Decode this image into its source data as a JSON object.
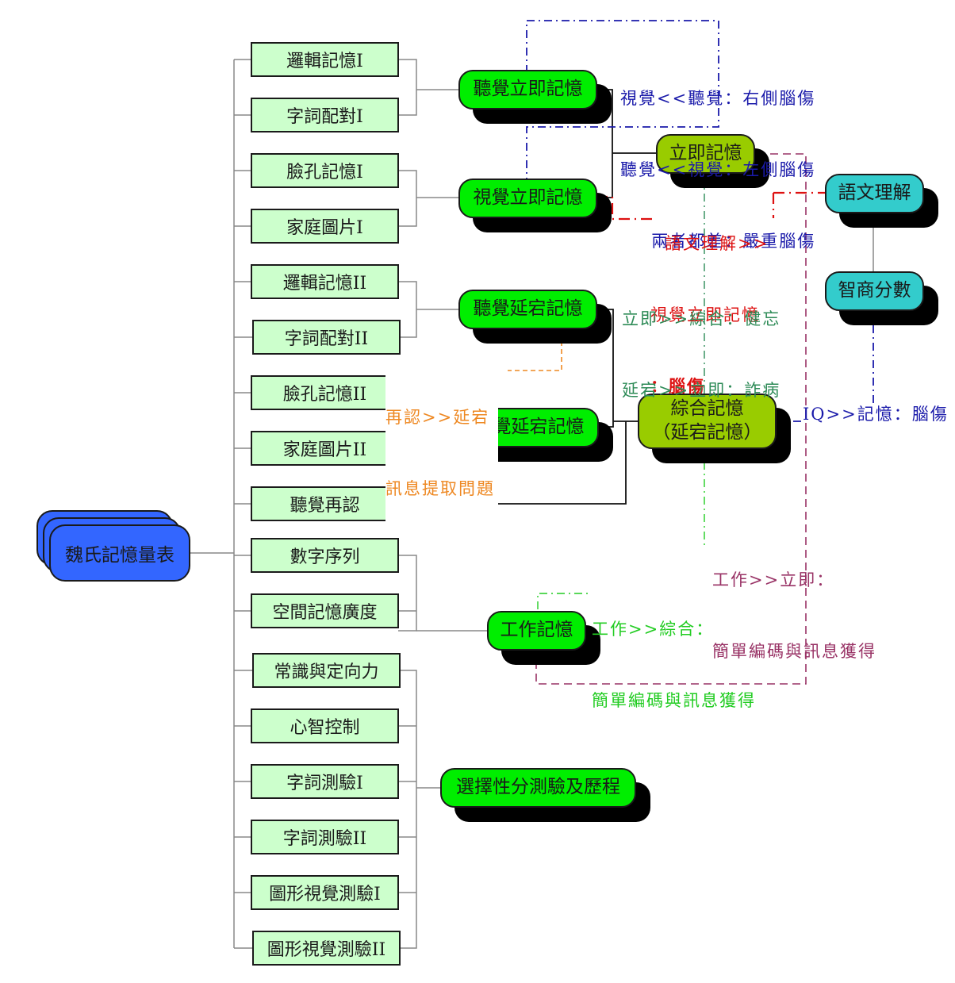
{
  "root": {
    "label": "魏氏記憶量表"
  },
  "subtests": [
    "邏輯記憶I",
    "字詞配對I",
    "臉孔記憶I",
    "家庭圖片I",
    "邏輯記憶II",
    "字詞配對II",
    "臉孔記憶II",
    "家庭圖片II",
    "聽覺再認",
    "數字序列",
    "空間記憶廣度",
    "常識與定向力",
    "心智控制",
    "字詞測驗I",
    "字詞測驗II",
    "圖形視覺測驗I",
    "圖形視覺測驗II"
  ],
  "indices": {
    "auditory_immediate": "聽覺立即記憶",
    "visual_immediate": "視覺立即記憶",
    "auditory_delayed": "聽覺延宕記憶",
    "visual_delayed": "視覺延宕記憶",
    "working_memory": "工作記憶",
    "optional": "選擇性分測驗及歷程",
    "immediate_memory": "立即記憶",
    "general_memory_line1": "綜合記憶",
    "general_memory_line2": "（延宕記憶）",
    "verbal_comprehension": "語文理解",
    "iq_score": "智商分數"
  },
  "notes": {
    "modality": [
      "視覺<<聽覺：右側腦傷",
      "聽覺<<視覺：左側腦傷",
      "  兩者都差：嚴重腦傷"
    ],
    "verbal_vs_visual": [
      "語文理解>>",
      "視覺立即記憶",
      "：腦傷"
    ],
    "immediate_vs_general": [
      "立即>>綜合：健忘",
      "延宕>>立即：詐病"
    ],
    "recognition": [
      "再認>>延宕",
      "訊息提取問題"
    ],
    "iq_vs_memory": "IQ>>記憶：腦傷",
    "working_vs_immediate": [
      "工作>>立即：",
      "簡單編碼與訊息獲得"
    ],
    "working_vs_general": [
      "工作>>綜合：",
      "簡單編碼與訊息獲得"
    ]
  },
  "colors": {
    "subtest_fill": "#ccffcc",
    "index_green": "#00ee00",
    "index_olive": "#99cc00",
    "index_teal": "#33cccc",
    "root_blue": "#3366ff",
    "note_blue": "#1a1aaa",
    "note_red": "#dd1111",
    "note_teal": "#2e8b57",
    "note_orange": "#ee8822",
    "note_purple": "#993366",
    "note_lime": "#22cc22"
  }
}
